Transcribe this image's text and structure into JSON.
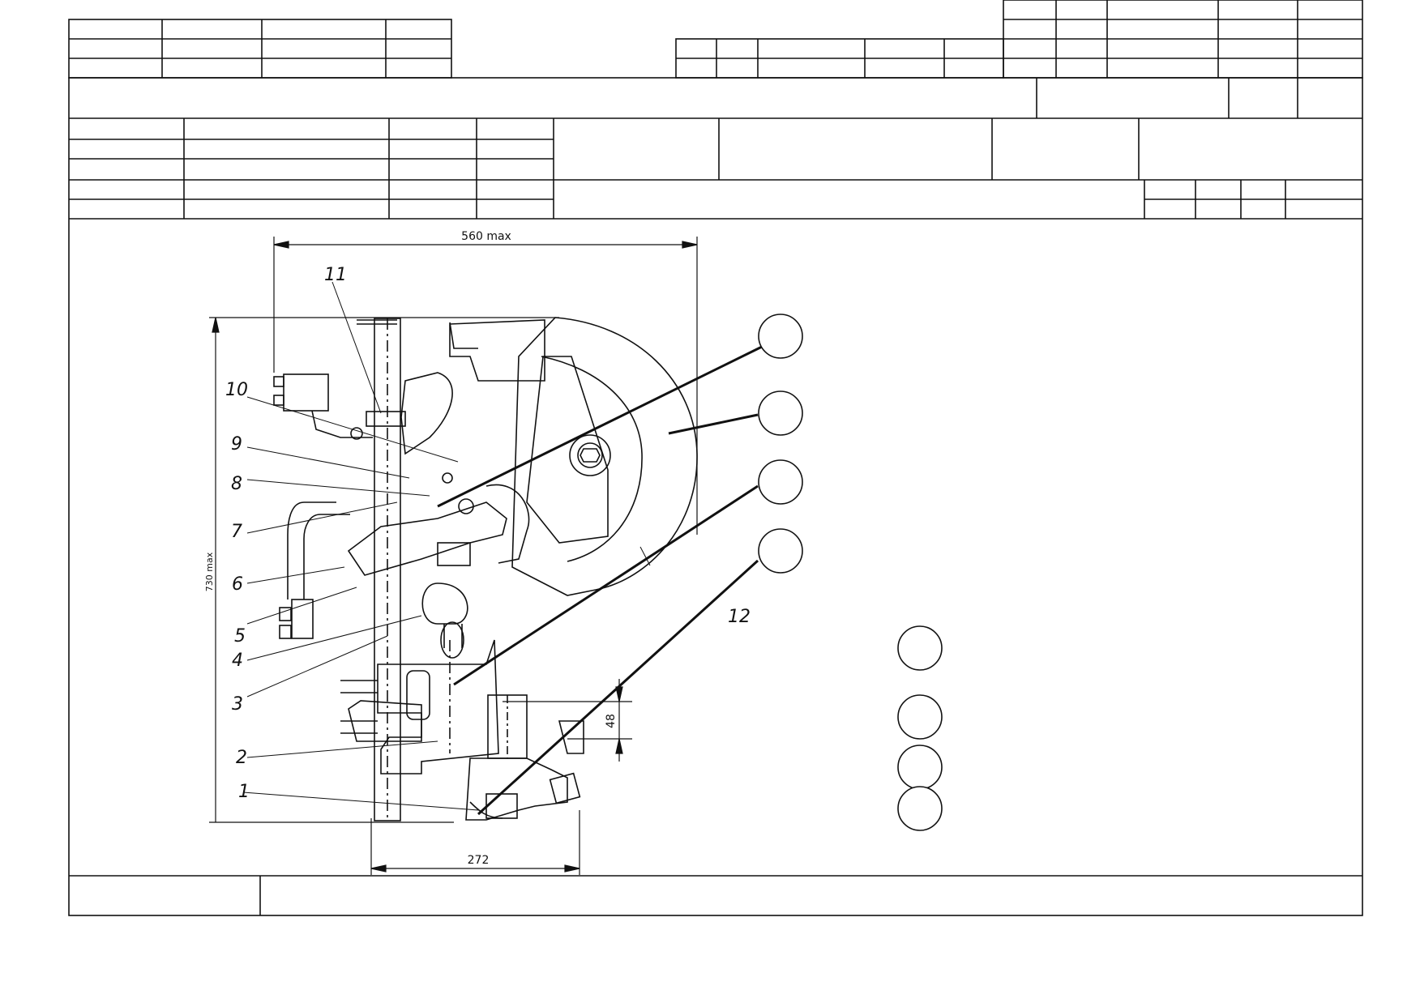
{
  "dimensions": {
    "overall_width": "560 max",
    "overall_height": "730 max",
    "base_width": "272",
    "offset": "48"
  },
  "callouts": [
    "1",
    "2",
    "3",
    "4",
    "5",
    "6",
    "7",
    "8",
    "9",
    "10",
    "11",
    "12"
  ]
}
